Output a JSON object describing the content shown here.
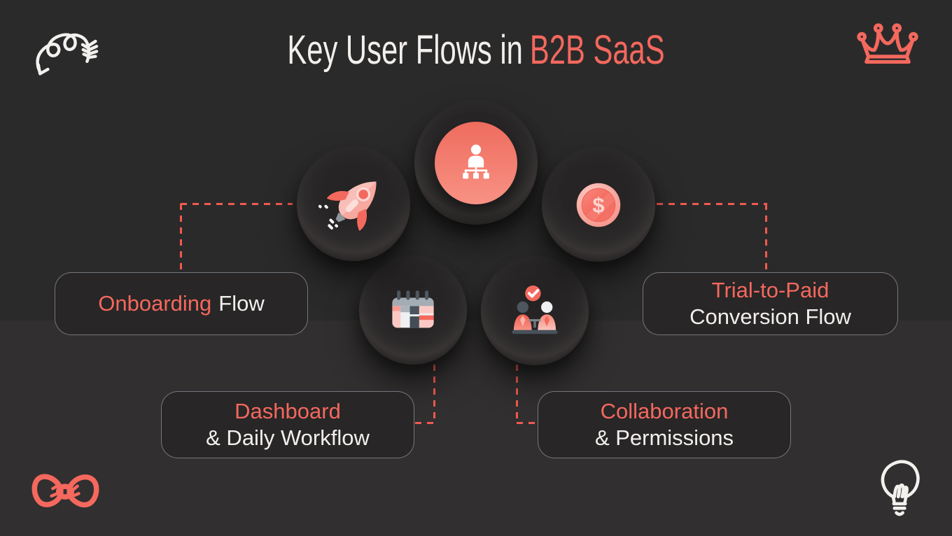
{
  "title": {
    "main": "Key User Flows in",
    "accent": "B2B SaaS"
  },
  "cards": [
    {
      "accent": "Onboarding",
      "rest": "Flow"
    },
    {
      "accent": "Trial-to-Paid",
      "rest": "Conversion Flow"
    },
    {
      "accent": "Dashboard",
      "rest": "& Daily Workflow"
    },
    {
      "accent": "Collaboration",
      "rest": "& Permissions"
    }
  ],
  "coin_symbol": "$",
  "icons": {
    "center": "org-chart-icon",
    "upper_left": "rocket-icon",
    "upper_right": "dollar-coin-icon",
    "lower_left": "calendar-icon",
    "lower_right": "people-check-icon",
    "corner_top_left": "curly-arrow-icon",
    "corner_top_right": "crown-icon",
    "corner_bottom_left": "bow-icon",
    "corner_bottom_right": "lightbulb-icon"
  },
  "colors": {
    "background_top": "#2b2a2a",
    "background_bottom": "#312f2f",
    "accent": "#f4685e",
    "connector": "#f05a50",
    "text_primary": "#f2efec",
    "card_background": "#282626",
    "icon_circle_top": "#ee6c5e",
    "icon_circle_bottom": "#f89284"
  }
}
